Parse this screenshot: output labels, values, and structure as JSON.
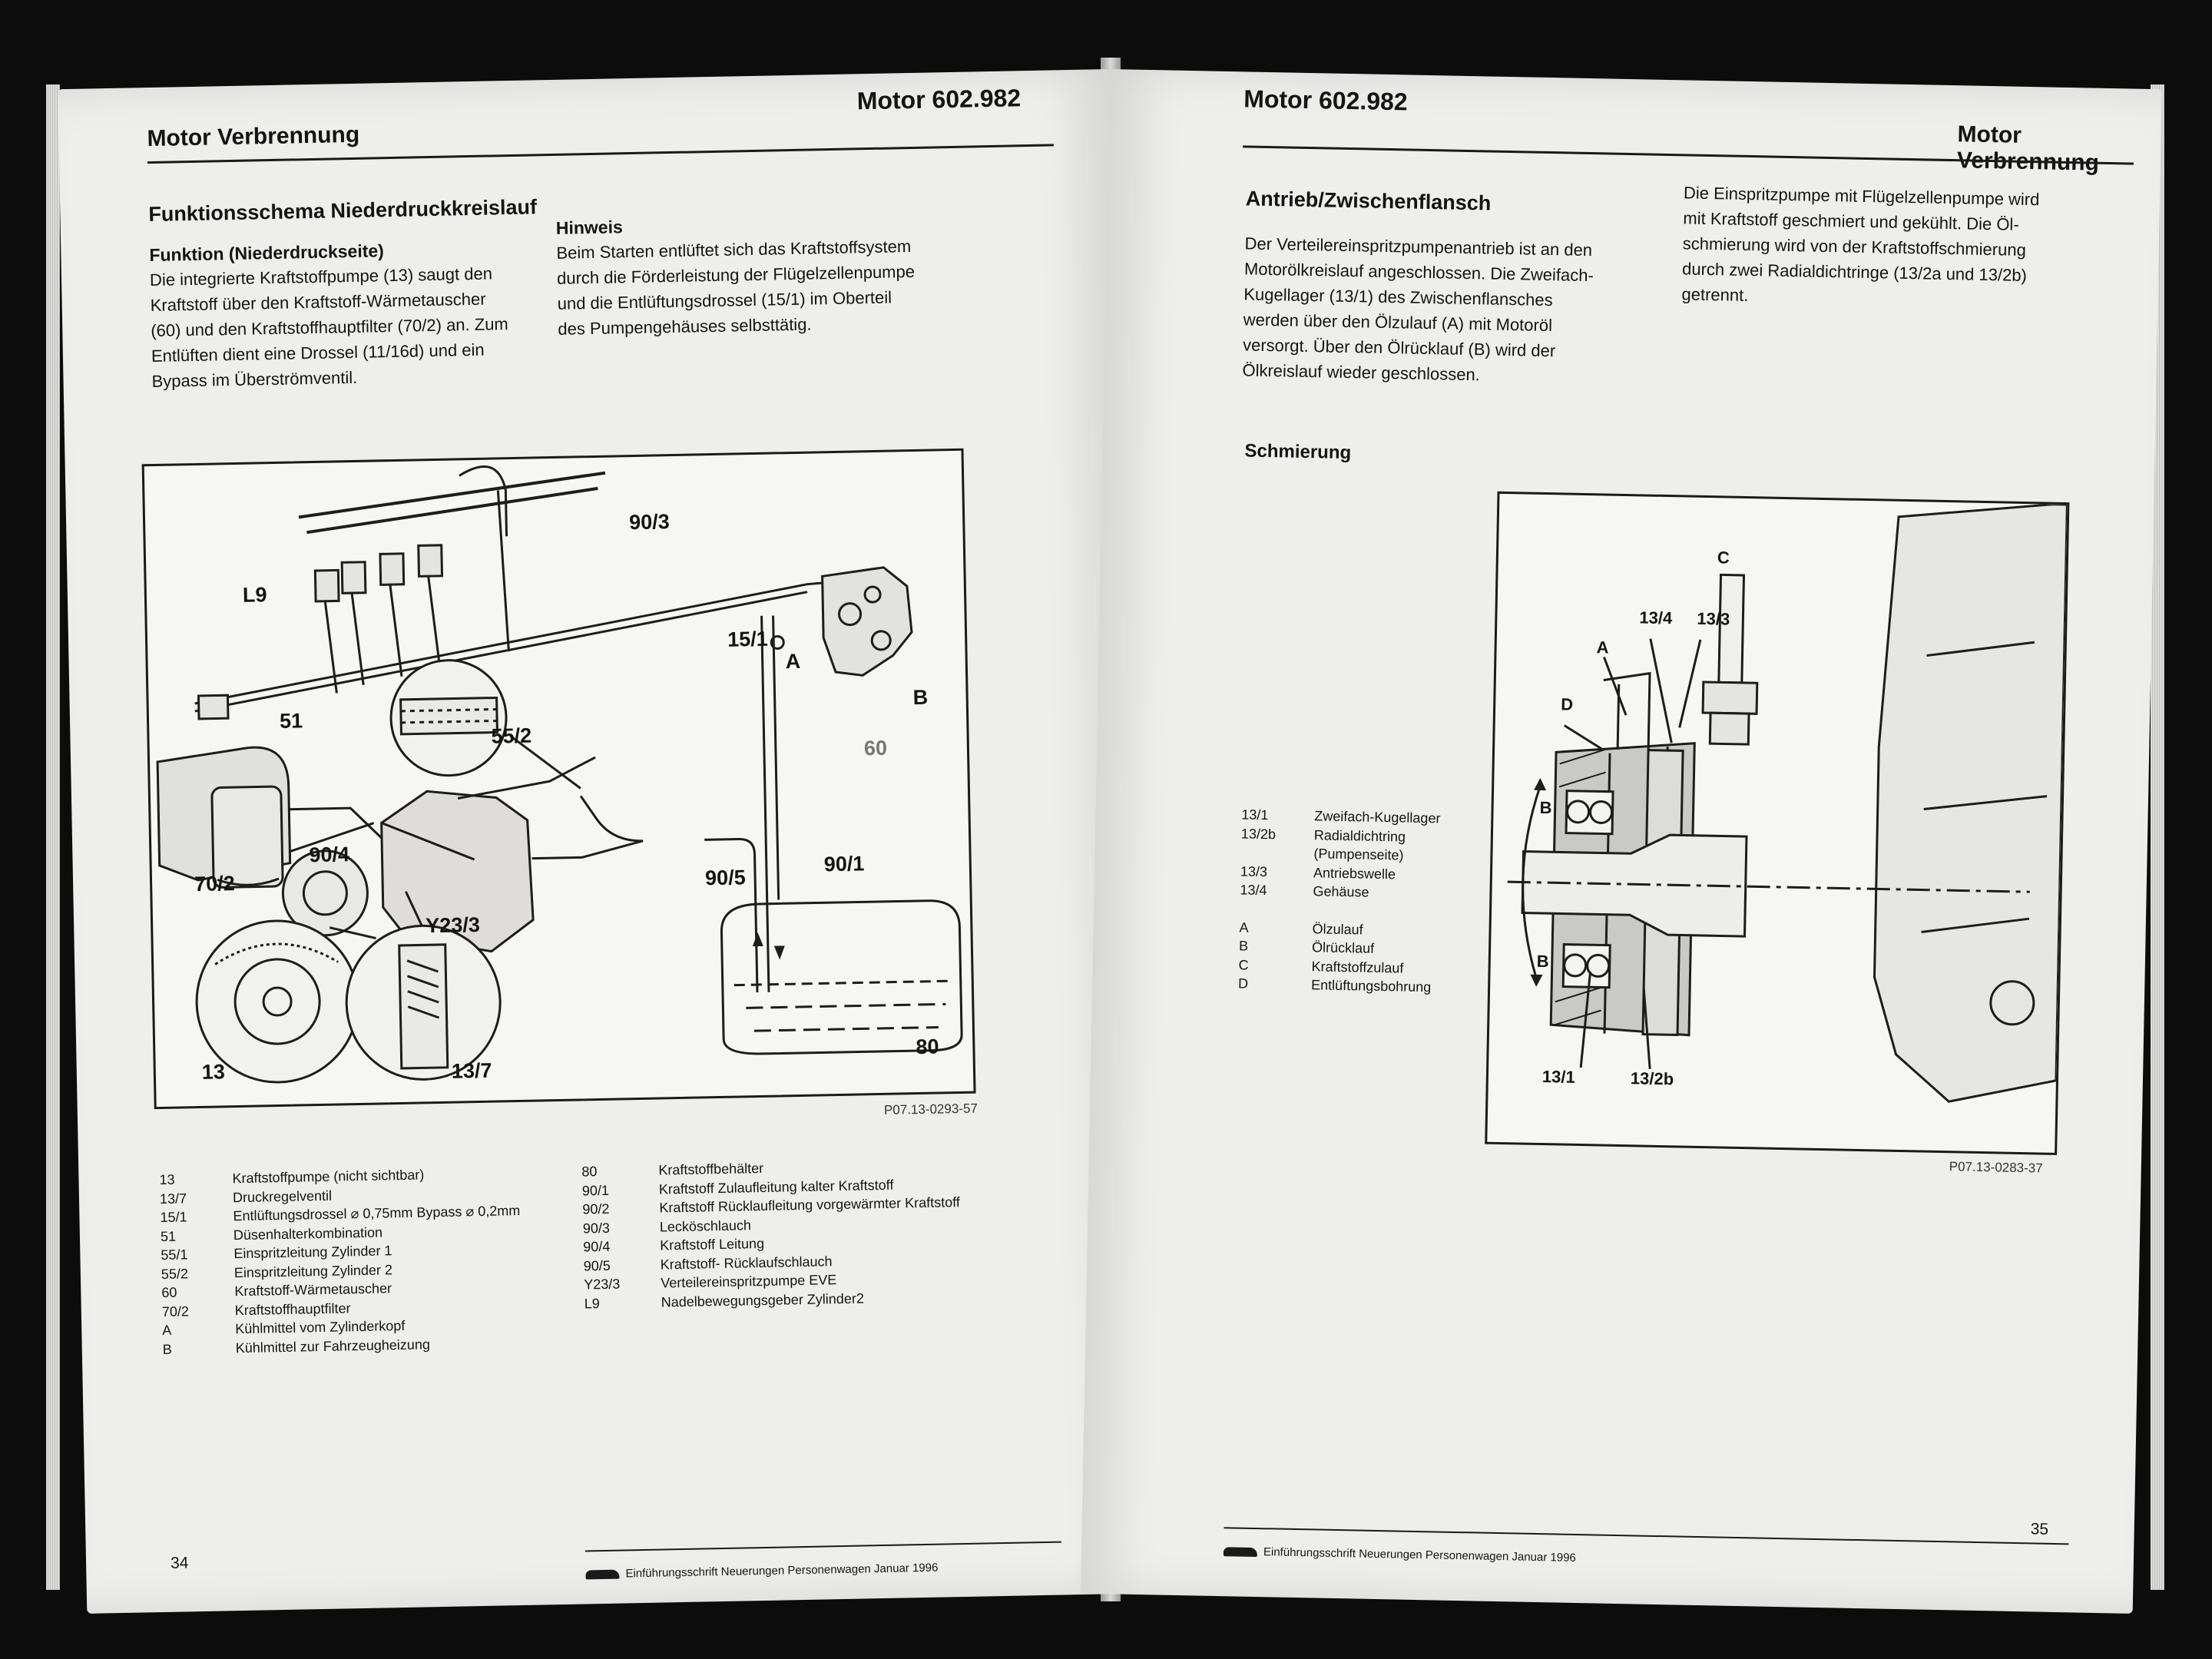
{
  "left": {
    "section_title": "Motor Verbrennung",
    "model": "Motor 602.982",
    "heading": "Funktionsschema Niederdruckkreislauf",
    "function_title": "Funktion (Niederdruckseite)",
    "function_lines": [
      "Die integrierte Kraftstoffpumpe (13) saugt den",
      "Kraftstoff über den Kraftstoff-Wärmetauscher",
      "(60) und den Kraftstoffhauptfilter (70/2) an. Zum",
      "Entlüften dient eine Drossel (11/16d) und ein",
      "Bypass im Überströmventil."
    ],
    "note_title": "Hinweis",
    "note_lines": [
      "Beim Starten entlüftet sich das Kraftstoffsystem",
      "durch die Förderleistung der Flügelzellenpumpe",
      "und die Entlüftungsdrossel (15/1) im Oberteil",
      "des Pumpengehäuses selbsttätig."
    ],
    "figure_labels": {
      "c90_3": "90/3",
      "cL9": "L9",
      "c15_1": "15/1",
      "cA": "A",
      "cB": "B",
      "c60": "60",
      "c51": "51",
      "c55_2": "55/2",
      "c90_4": "90/4",
      "c70_2": "70/2",
      "c90_1": "90/1",
      "c90_5": "90/5",
      "cY23_3": "Y23/3",
      "c13": "13",
      "c13_7": "13/7",
      "c80": "80"
    },
    "figure_id": "P07.13-0293-57",
    "legend_left": [
      {
        "key": "13",
        "value": "Kraftstoffpumpe (nicht sichtbar)"
      },
      {
        "key": "13/7",
        "value": "Druckregelventil"
      },
      {
        "key": "15/1",
        "value": "Entlüftungsdrossel ⌀ 0,75mm Bypass ⌀ 0,2mm"
      },
      {
        "key": "51",
        "value": "Düsenhalterkombination"
      },
      {
        "key": "55/1",
        "value": "Einspritzleitung Zylinder 1"
      },
      {
        "key": "55/2",
        "value": "Einspritzleitung Zylinder 2"
      },
      {
        "key": "60",
        "value": "Kraftstoff-Wärmetauscher"
      },
      {
        "key": "70/2",
        "value": "Kraftstoffhauptfilter"
      },
      {
        "key": "A",
        "value": "Kühlmittel vom Zylinderkopf"
      },
      {
        "key": "B",
        "value": "Kühlmittel zur Fahrzeugheizung"
      }
    ],
    "legend_right": [
      {
        "key": "80",
        "value": "Kraftstoffbehälter"
      },
      {
        "key": "90/1",
        "value": "Kraftstoff Zulaufleitung kalter Kraftstoff"
      },
      {
        "key": "90/2",
        "value": "Kraftstoff Rücklaufleitung vorgewärmter Kraftstoff"
      },
      {
        "key": "90/3",
        "value": "Lecköschlauch"
      },
      {
        "key": "90/4",
        "value": "Kraftstoff Leitung"
      },
      {
        "key": "90/5",
        "value": "Kraftstoff- Rücklaufschlauch"
      },
      {
        "key": "Y23/3",
        "value": "Verteilereinspritzpumpe EVE"
      },
      {
        "key": "L9",
        "value": "Nadelbewegungsgeber Zylinder2"
      }
    ],
    "page_number": "34",
    "footer": "Einführungsschrift Neuerungen Personenwagen Januar 1996"
  },
  "right": {
    "model": "Motor 602.982",
    "section_title": "Motor Verbrennung",
    "heading": "Antrieb/Zwischenflansch",
    "intro_lines": [
      "Der Verteilereinspritzpumpenantrieb ist an den",
      "Motorölkreislauf angeschlossen. Die Zweifach-",
      "Kugellager (13/1) des Zwischenflansches",
      "werden über den Ölzulauf (A) mit Motoröl",
      "versorgt. Über den Ölrücklauf (B) wird der",
      "Ölkreislauf wieder geschlossen."
    ],
    "side_lines": [
      "Die Einspritzpumpe mit Flügelzellenpumpe  wird",
      "mit Kraftstoff geschmiert und gekühlt. Die Öl-",
      "schmierung wird von der Kraftstoffschmierung",
      "durch zwei Radialdichtringe (13/2a und 13/2b)",
      "getrennt."
    ],
    "lubrication_title": "Schmierung",
    "legend": [
      {
        "key": "13/1",
        "value": "Zweifach-Kugellager"
      },
      {
        "key": "13/2b",
        "value": "Radialdichtring"
      },
      {
        "key": "",
        "value": "(Pumpenseite)"
      },
      {
        "key": "13/3",
        "value": "Antriebswelle"
      },
      {
        "key": "13/4",
        "value": "Gehäuse"
      },
      {
        "key": "",
        "value": ""
      },
      {
        "key": "A",
        "value": "Ölzulauf"
      },
      {
        "key": "B",
        "value": "Ölrücklauf"
      },
      {
        "key": "C",
        "value": "Kraftstoffzulauf"
      },
      {
        "key": "D",
        "value": "Entlüftungsbohrung"
      }
    ],
    "figure_labels": {
      "cC": "C",
      "c13_4": "13/4",
      "c13_3": "13/3",
      "cA": "A",
      "cD": "D",
      "cB1": "B",
      "cB2": "B",
      "c13_1": "13/1",
      "c13_2b": "13/2b"
    },
    "figure_id": "P07.13-0283-37",
    "page_number": "35",
    "footer": "Einführungsschrift Neuerungen Personenwagen Januar 1996"
  }
}
